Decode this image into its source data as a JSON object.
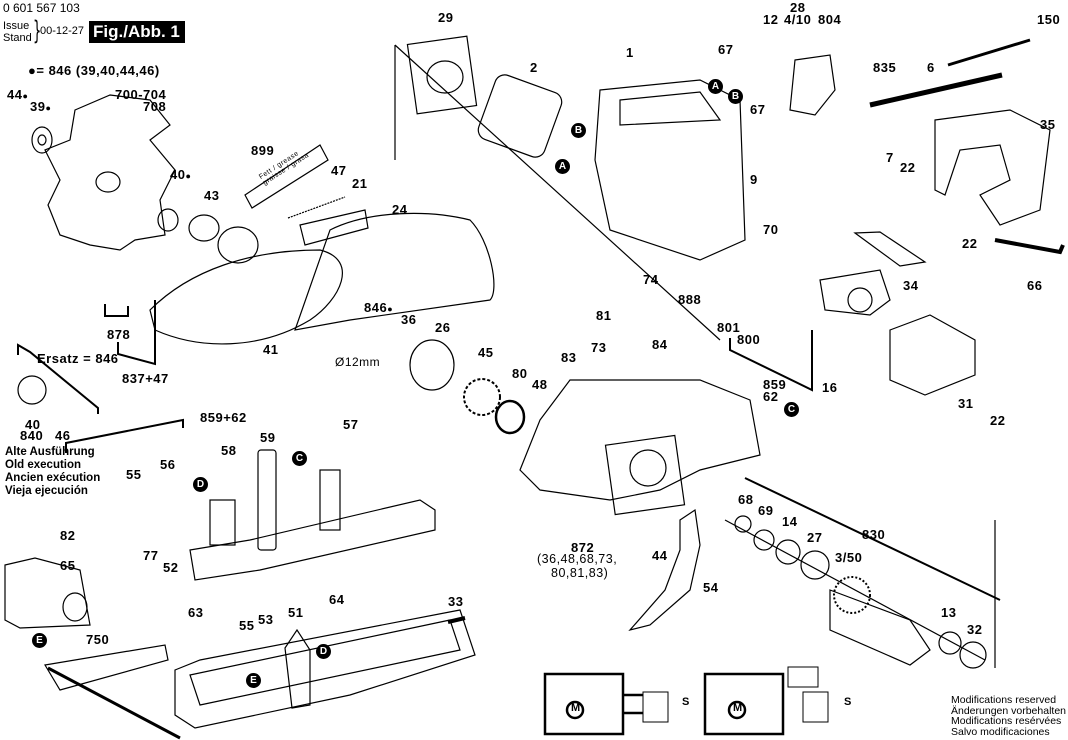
{
  "header": {
    "part_number": "0 601 567 103",
    "issue_label_en": "Issue",
    "issue_label_de": "Stand",
    "issue_date": "00-12-27",
    "figure_label": "Fig./Abb. 1"
  },
  "legend": {
    "bullet_meaning": "= 846 (39,40,44,46)"
  },
  "old_execution": {
    "replacement_label": "Ersatz = 846",
    "parts": [
      "40",
      "840",
      "46"
    ],
    "caption_de": "Alte Ausführung",
    "caption_en": "Old execution",
    "caption_fr": "Ancien exécution",
    "caption_es": "Vieja ejecución"
  },
  "grease_tube": {
    "label_line1": "Fett / grease",
    "label_line2": "graisse / grasa"
  },
  "assembly_872": {
    "number": "872",
    "contents_line1": "(36,48,68,73,",
    "contents_line2": "80,81,83)"
  },
  "dimension_note": "Ø12mm",
  "connection_markers": [
    "A",
    "B",
    "C",
    "D",
    "E"
  ],
  "part_labels": {
    "p29": "29",
    "p2": "2",
    "p1": "1",
    "p12": "12",
    "p28": "28",
    "p4_10": "4/10",
    "p804": "804",
    "p150": "150",
    "p67a": "67",
    "p67b": "67",
    "p835": "835",
    "p6": "6",
    "p35": "35",
    "p7": "7",
    "p22a": "22",
    "p22b": "22",
    "p22c": "22",
    "p9": "9",
    "p70": "70",
    "p74": "74",
    "p888": "888",
    "p34": "34",
    "p66": "66",
    "p801": "801",
    "p800": "800",
    "p16": "16",
    "p31": "31",
    "p44": "44",
    "p39": "39",
    "p700_704": "700-704",
    "p708": "708",
    "p40": "40",
    "p43": "43",
    "p899": "899",
    "p47": "47",
    "p21": "21",
    "p24": "24",
    "p878": "878",
    "p837_47": "837+47",
    "p41": "41",
    "p846": "846",
    "p36": "36",
    "p26": "26",
    "p45": "45",
    "p80": "80",
    "p48": "48",
    "p81": "81",
    "p73": "73",
    "p84": "84",
    "p83": "83",
    "p859": "859",
    "p62": "62",
    "p859_62": "859+62",
    "p57": "57",
    "p58": "58",
    "p59": "59",
    "p55a": "55",
    "p56": "56",
    "p77": "77",
    "p52": "52",
    "p82": "82",
    "p65": "65",
    "p64": "64",
    "p55b": "55",
    "p53": "53",
    "p63": "63",
    "p51": "51",
    "p33": "33",
    "p750": "750",
    "p44b": "44",
    "p54": "54",
    "p68": "68",
    "p69": "69",
    "p14": "14",
    "p27": "27",
    "p830": "830",
    "p3_50": "3/50",
    "p13": "13",
    "p32": "32"
  },
  "wiring_diagrams": {
    "motor_symbol": "M",
    "switch_terminal": "S"
  },
  "footer": {
    "line_en": "Modifications reserved",
    "line_de": "Änderungen vorbehalten",
    "line_fr": "Modifications resérvées",
    "line_es": "Salvo modificaciones"
  }
}
